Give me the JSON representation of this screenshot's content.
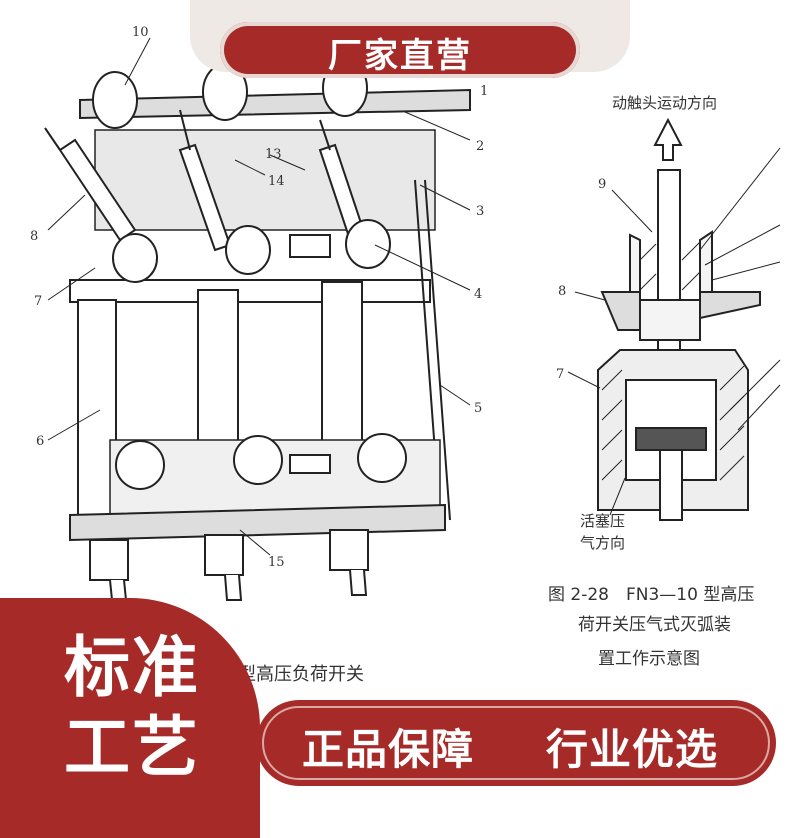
{
  "badge_top": "厂家直营",
  "badge_corner": "标准工艺",
  "badge_bottom": [
    "正品保障",
    "行业优选"
  ],
  "left_figure": {
    "callouts": [
      "10",
      "1",
      "2",
      "13",
      "14",
      "3",
      "8",
      "7",
      "4",
      "6",
      "5",
      "15"
    ],
    "caption_partial": "型高压负荷开关"
  },
  "right_figure": {
    "direction_label": "动触头运动方向",
    "callouts": [
      "9",
      "8",
      "7"
    ],
    "piston_label_line1": "活塞压",
    "piston_label_line2": "气方向",
    "caption_line1": "图 2-28　FN3—10 型高压",
    "caption_line2": "荷开关压气式灭弧装",
    "caption_line3": "置工作示意图"
  }
}
